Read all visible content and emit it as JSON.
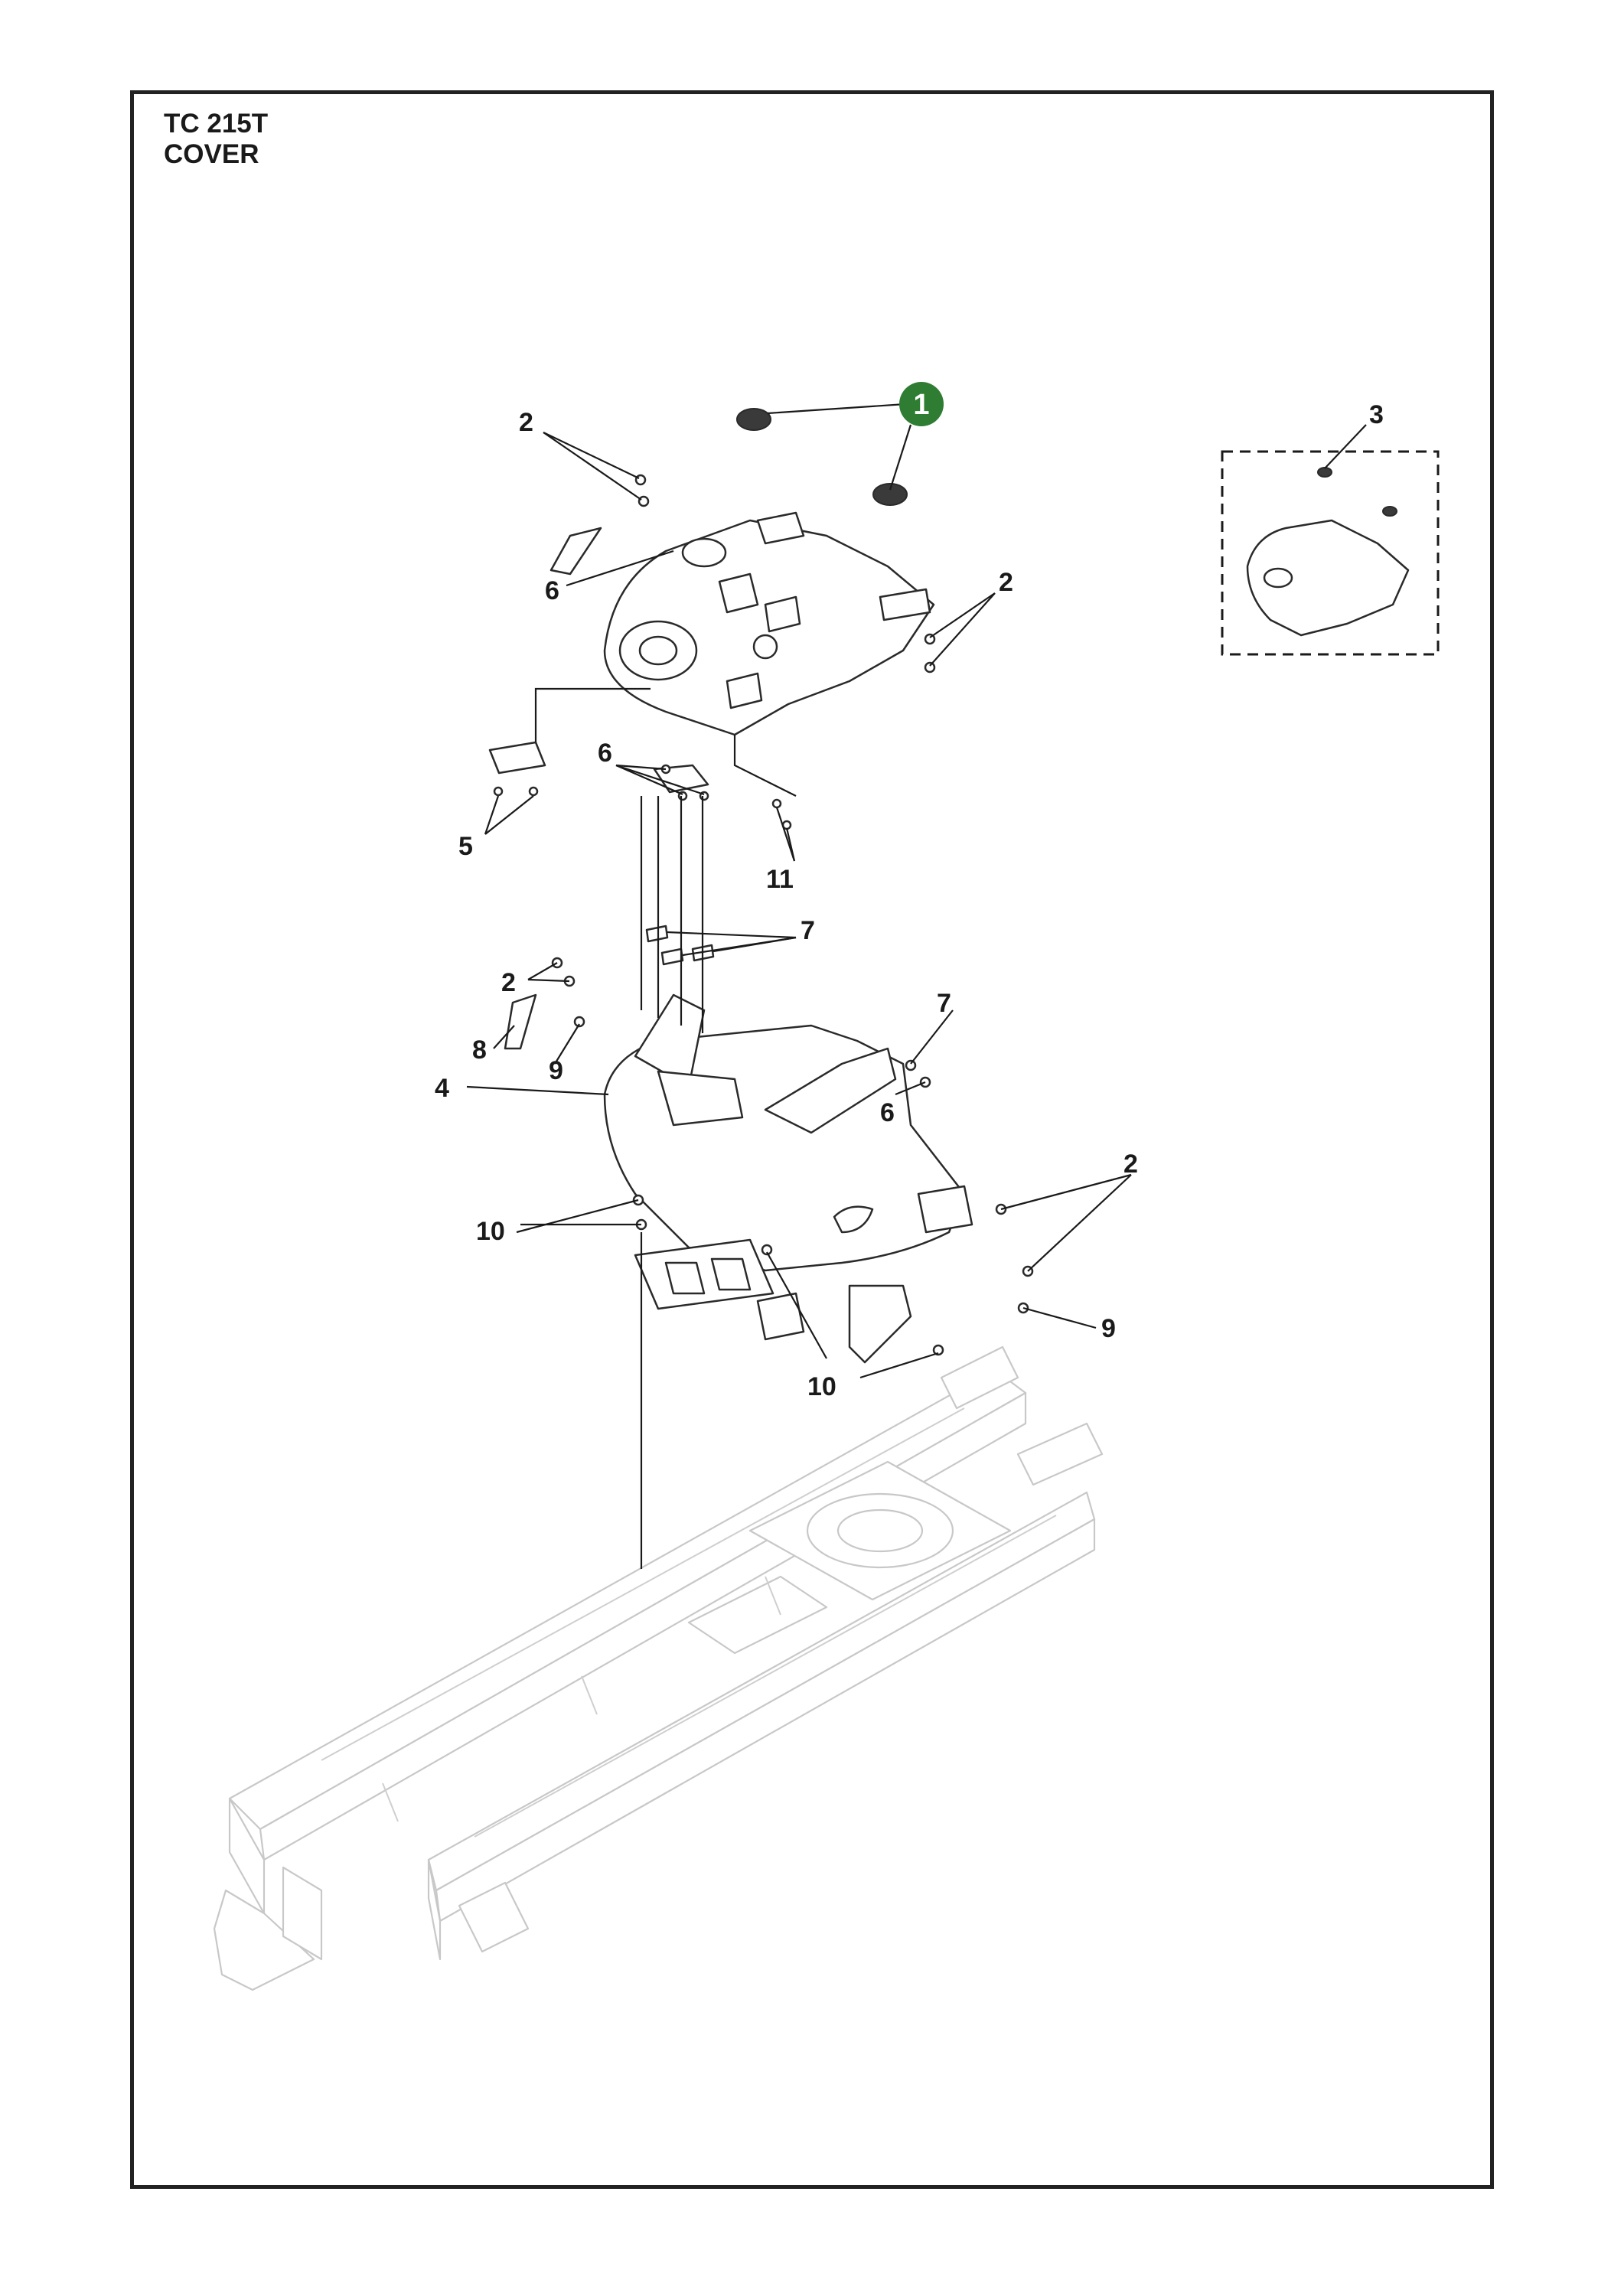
{
  "header": {
    "model": "TC 215T",
    "section": "COVER"
  },
  "highlight": {
    "part_number": "1",
    "color": "#2e7d32"
  },
  "callouts": {
    "c1": "1",
    "c2a": "2",
    "c2b": "2",
    "c2c": "2",
    "c2d": "2",
    "c3": "3",
    "c4": "4",
    "c5": "5",
    "c6a": "6",
    "c6b": "6",
    "c6c": "6",
    "c7a": "7",
    "c7b": "7",
    "c8": "8",
    "c9a": "9",
    "c9b": "9",
    "c10a": "10",
    "c10b": "10",
    "c11": "11"
  }
}
